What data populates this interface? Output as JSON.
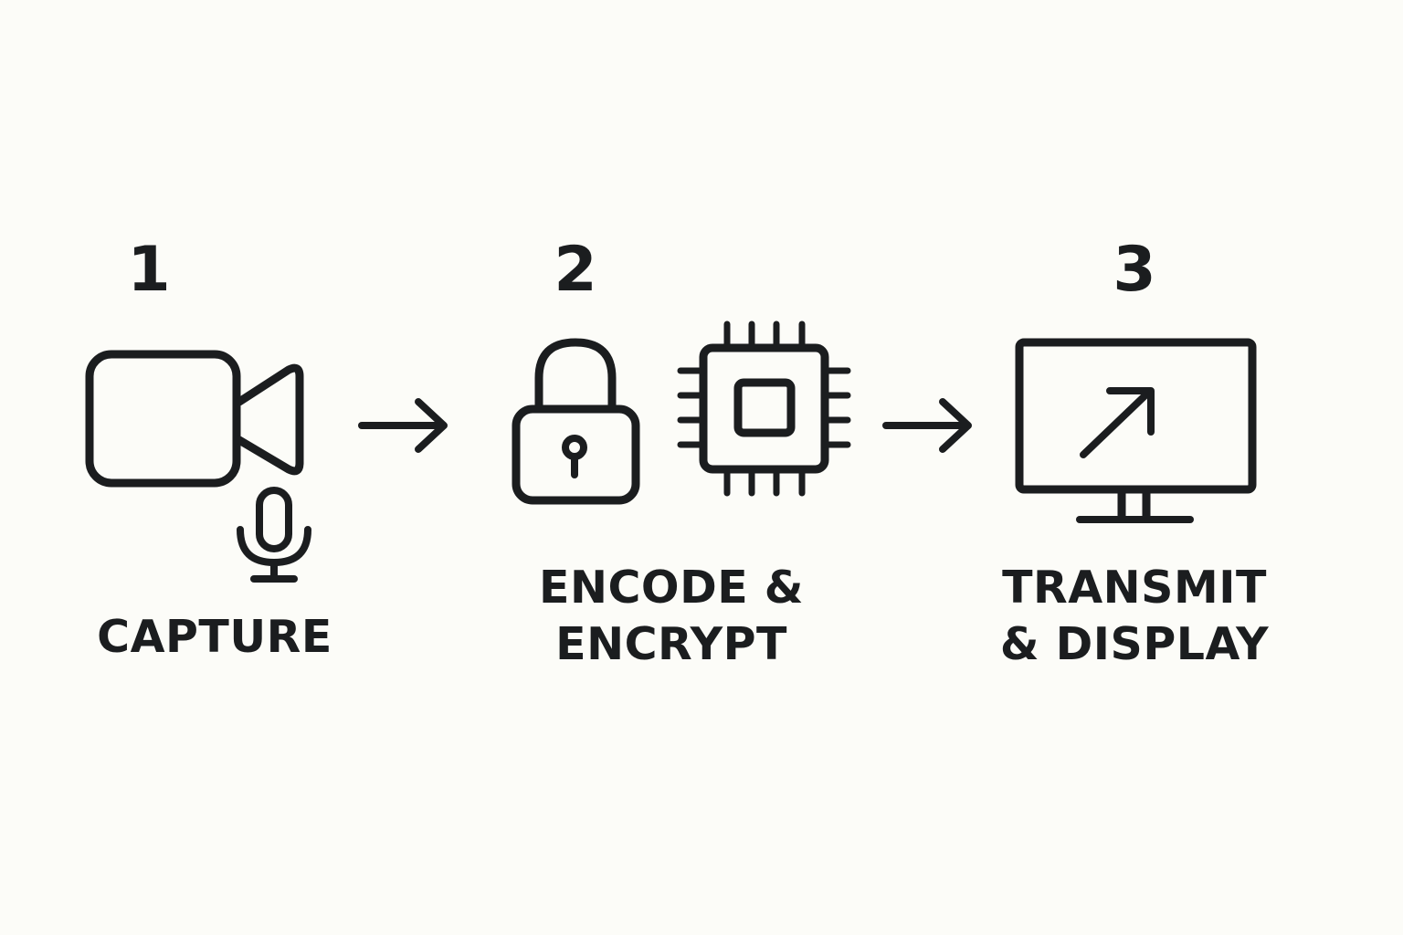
{
  "steps": [
    {
      "number": "1",
      "label_lines": [
        "CAPTURE"
      ],
      "icons": [
        "video-camera-icon",
        "microphone-icon"
      ]
    },
    {
      "number": "2",
      "label_lines": [
        "ENCODE &",
        "ENCRYPT"
      ],
      "icons": [
        "padlock-icon",
        "cpu-chip-icon"
      ]
    },
    {
      "number": "3",
      "label_lines": [
        "TRANSMIT",
        "& DISPLAY"
      ],
      "icons": [
        "monitor-arrow-icon"
      ]
    }
  ],
  "connectors": [
    "arrow-right-icon",
    "arrow-right-icon"
  ],
  "colors": {
    "background": "#fcfcf8",
    "ink": "#1b1d1f"
  }
}
